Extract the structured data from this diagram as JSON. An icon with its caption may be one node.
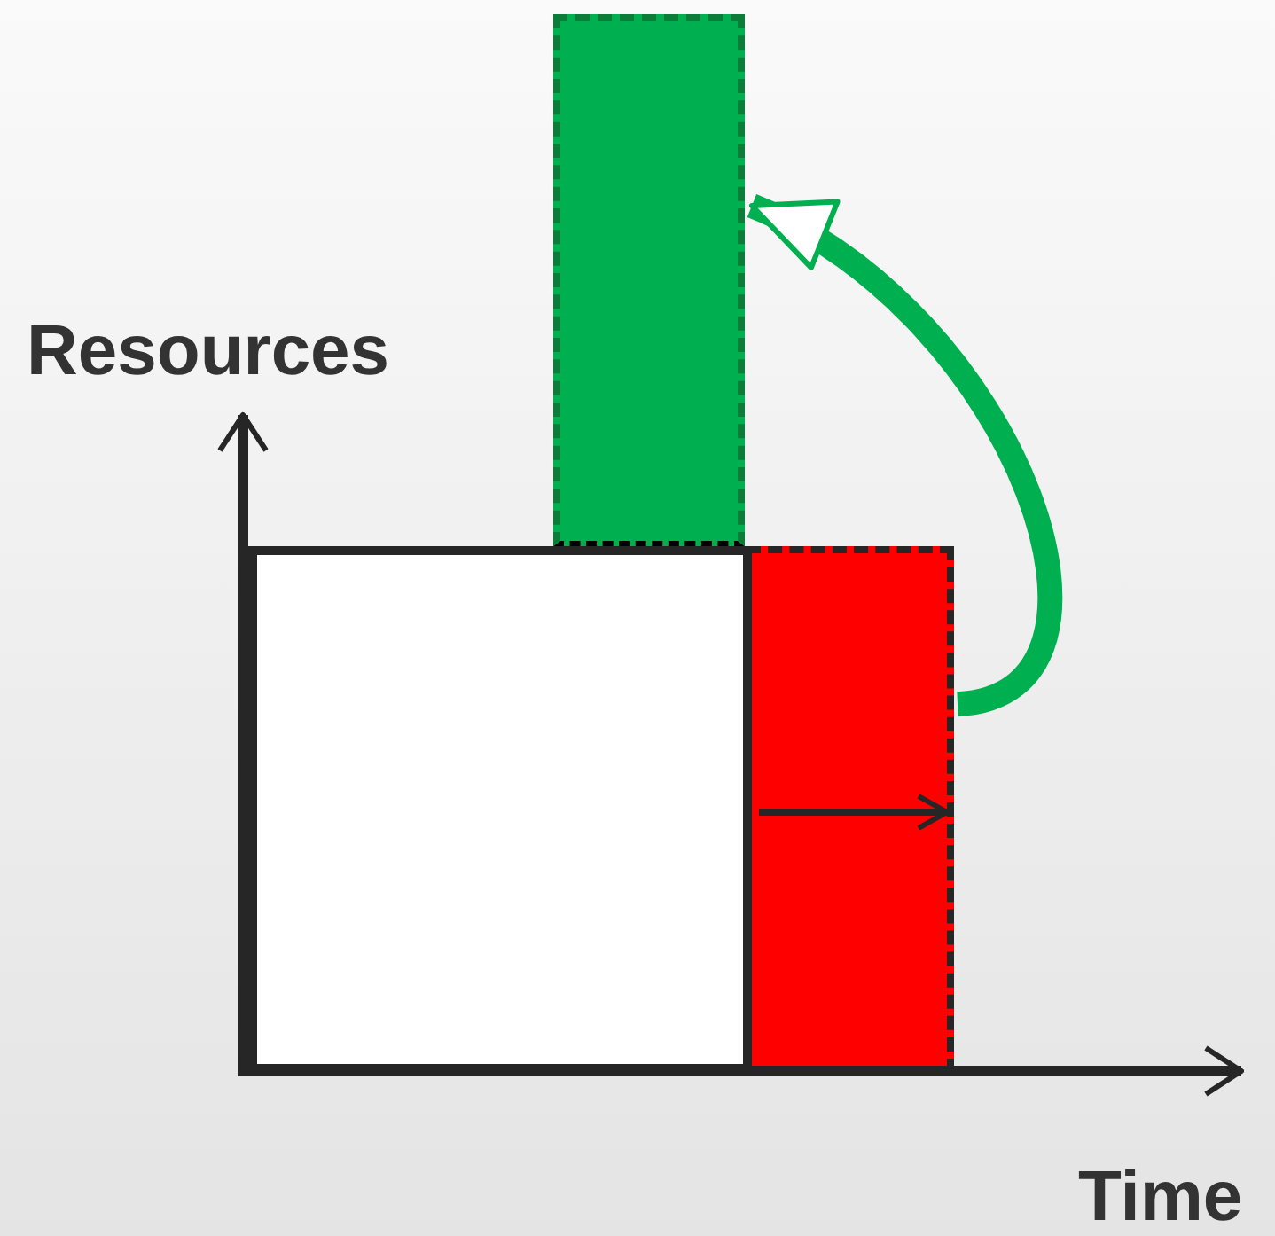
{
  "diagram": {
    "nodes": [
      {
        "text": [],
        "shape": "box"
      },
      {
        "text": [],
        "shape": "bar"
      },
      {
        "text": [],
        "shape": "bar"
      }
    ],
    "edges": [
      {
        "from": 1,
        "to": 2,
        "arrow": "to",
        "color": "#00b050"
      }
    ],
    "labels": [
      "Resources",
      "Time"
    ]
  }
}
